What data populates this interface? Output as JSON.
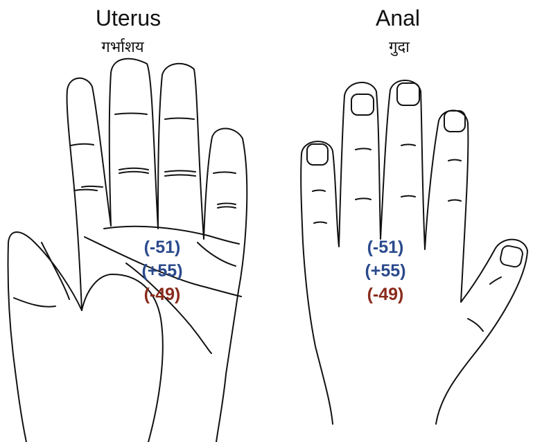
{
  "panels": [
    {
      "title": "Uterus",
      "subtitle": "गर्भाशय",
      "readings": [
        "(-51)",
        "(+55)",
        "(-49)"
      ],
      "reading_colors": [
        "#2a4a8c",
        "#2a4a8c",
        "#8a2b1c"
      ]
    },
    {
      "title": "Anal",
      "subtitle": "गुदा",
      "readings": [
        "(-51)",
        "(+55)",
        "(-49)"
      ],
      "reading_colors": [
        "#2a4a8c",
        "#2a4a8c",
        "#8a2b1c"
      ]
    }
  ],
  "colors": {
    "line": "#111111",
    "background": "#ffffff"
  }
}
